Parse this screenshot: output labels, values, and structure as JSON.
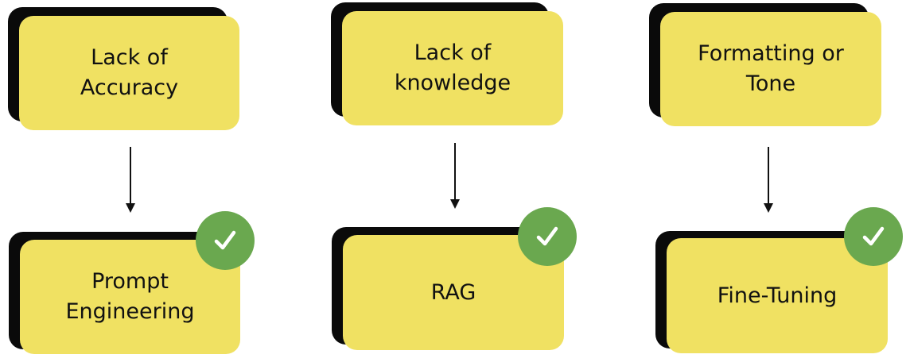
{
  "colors": {
    "card": "#f0e162",
    "shadow": "#0a0a0a",
    "check": "#6aa84f",
    "text": "#111111"
  },
  "problems": [
    {
      "label": "Lack of\nAccuracy"
    },
    {
      "label": "Lack of\nknowledge"
    },
    {
      "label": "Formatting or\nTone"
    }
  ],
  "solutions": [
    {
      "label": "Prompt\nEngineering",
      "icon": "checkmark-icon"
    },
    {
      "label": "RAG",
      "icon": "checkmark-icon"
    },
    {
      "label": "Fine-Tuning",
      "icon": "checkmark-icon"
    }
  ]
}
